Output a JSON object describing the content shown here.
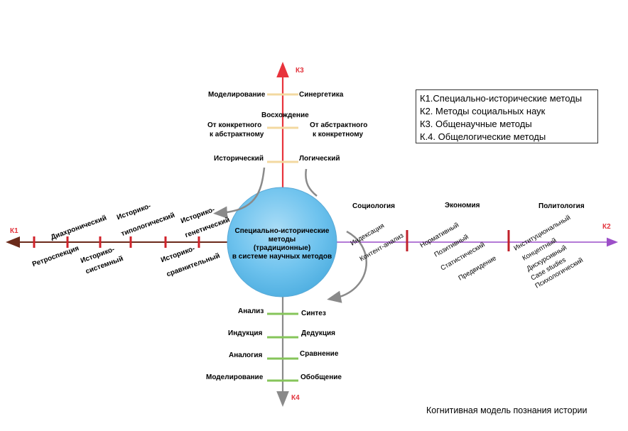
{
  "axes": {
    "k1": {
      "label": "К1",
      "color": "#6b2a1a",
      "mark_color": "#d0222a"
    },
    "k2": {
      "label": "К2",
      "color": "#9c4fc8",
      "mark_color": "#c0202a"
    },
    "k3": {
      "label": "К3",
      "color": "#e8333c",
      "mark_color": "#f3d9a0"
    },
    "k4": {
      "label": "К4",
      "color": "#8a8a8a",
      "mark_color": "#86c55a"
    }
  },
  "center": {
    "lines": [
      "Специально-исторические",
      "методы",
      "(традиционные)",
      "в системе научных методов"
    ],
    "fill": "#6fc3ee"
  },
  "k3_terms": {
    "left": [
      "Моделирование",
      "От конкретного",
      "к абстрактному",
      "Исторический"
    ],
    "right": [
      "Синергетика",
      "От абстрактного",
      "к конкретному",
      "Логический"
    ],
    "middle": "Восхождение"
  },
  "k4_terms": {
    "left": [
      "Анализ",
      "Индукция",
      "Аналогия",
      "Моделирование"
    ],
    "right": [
      "Синтез",
      "Дедукция",
      "Сравнение",
      "Обобщение"
    ]
  },
  "k1_terms": {
    "upper": [
      "Диахронический",
      "Историко-",
      "типологический",
      "Историко-",
      "генетический"
    ],
    "lower": [
      "Ретроспекция",
      "Историко-",
      "системный",
      "Историко-",
      "сравнительный"
    ]
  },
  "k2_terms": {
    "headers": [
      "Социология",
      "Экономия",
      "Политология"
    ],
    "sociology": [
      "Индексация",
      "Контент-анализ"
    ],
    "economy": [
      "Нормативный",
      "Позитивный",
      "Статистический",
      "Предвидение"
    ],
    "politics": [
      "Институциональный",
      "Концептный",
      "Дискурсивный",
      "Case studies",
      "Психологический"
    ]
  },
  "legend": [
    "К1.Специально-исторические методы",
    "К2. Методы социальных наук",
    "К3. Общенаучные методы",
    "К.4. Общелогические методы"
  ],
  "caption": "Когнитивная модель познания истории"
}
